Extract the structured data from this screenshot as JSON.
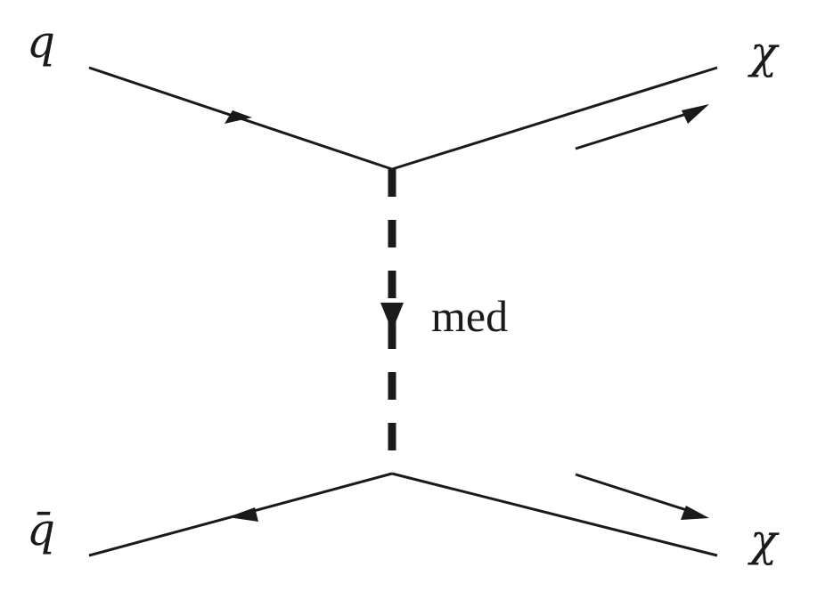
{
  "labels": {
    "incoming_quark": "q",
    "incoming_antiquark": "q̄",
    "outgoing_upper": "χ",
    "outgoing_lower": "χ",
    "mediator": "med"
  },
  "colors": {
    "ink": "#1a1a1a",
    "background": "#ffffff"
  }
}
